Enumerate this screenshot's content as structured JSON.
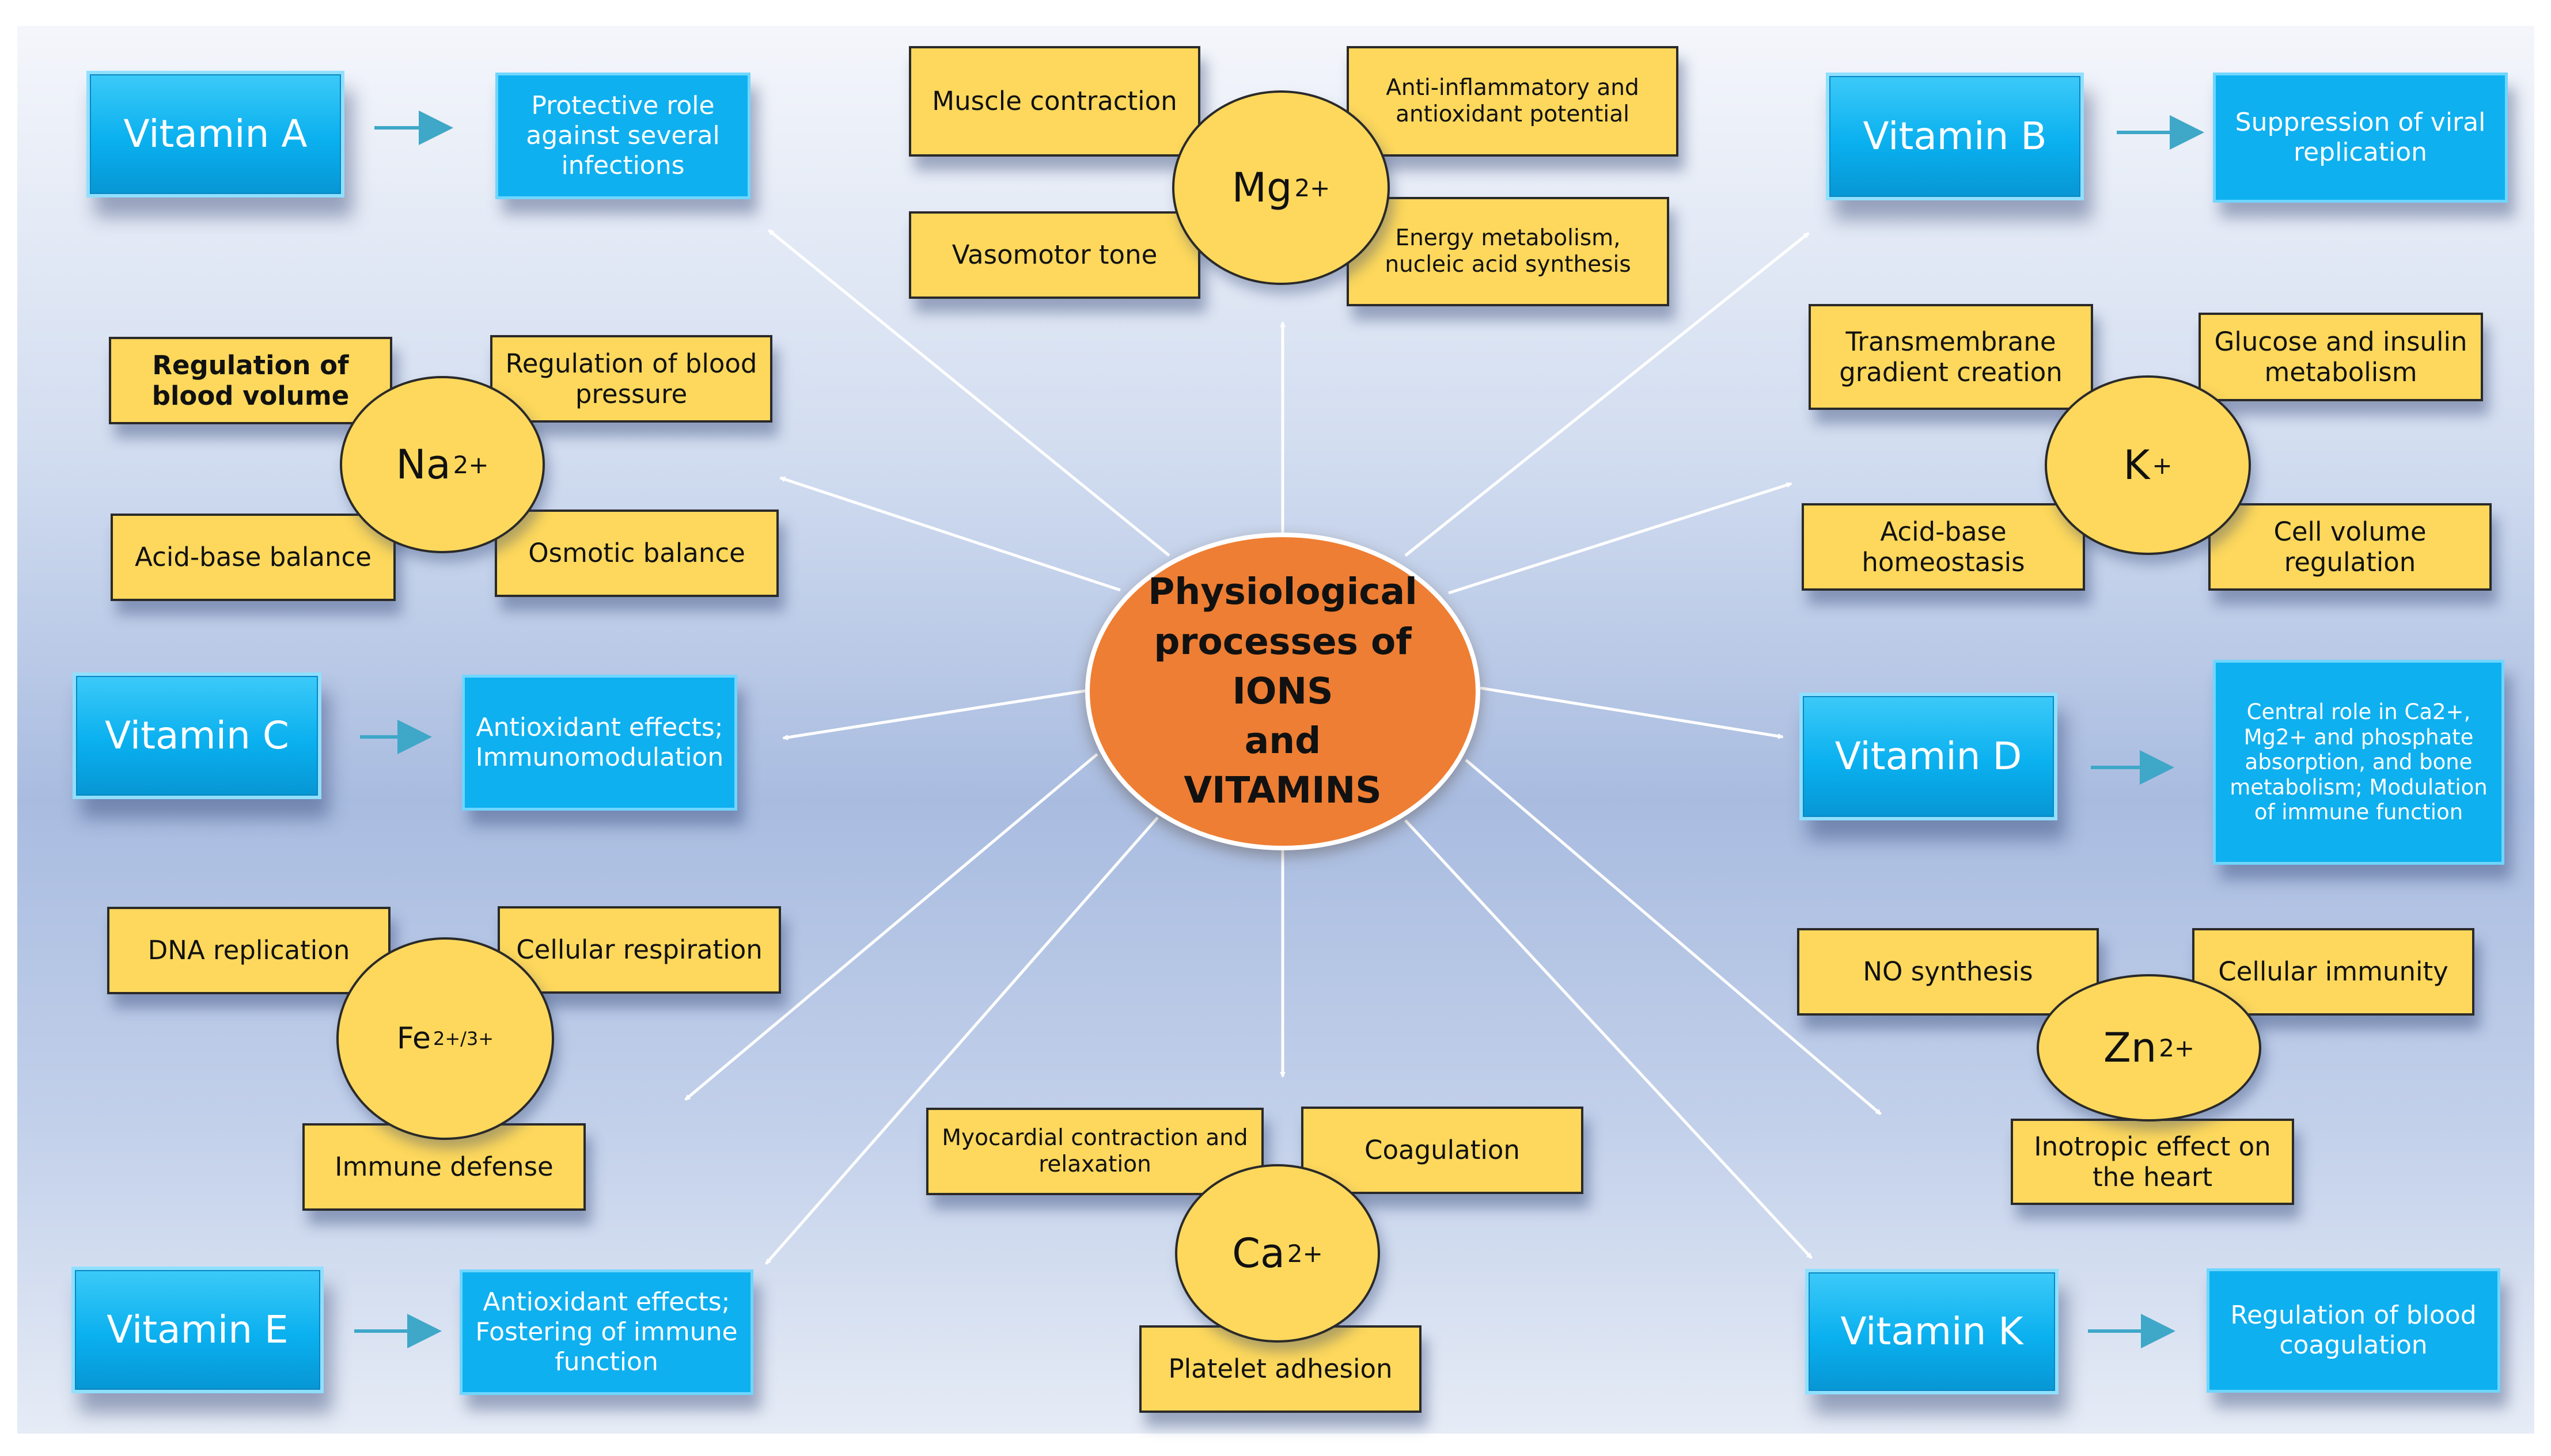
{
  "center": {
    "line1": "Physiological",
    "line2": "processes of",
    "line3": "IONS",
    "line4": "and",
    "line5": "VITAMINS"
  },
  "vitamins": {
    "a": {
      "name": "Vitamin A",
      "effect": "Protective role against several infections"
    },
    "b": {
      "name": "Vitamin B",
      "effect": "Suppression of viral replication"
    },
    "c": {
      "name": "Vitamin C",
      "effect": "Antioxidant effects; Immunomodulation"
    },
    "d": {
      "name": "Vitamin D",
      "effect": "Central role in Ca2+, Mg2+ and phosphate absorption, and bone metabolism; Modulation of immune function"
    },
    "e": {
      "name": "Vitamin E",
      "effect": "Antioxidant effects; Fostering of immune function"
    },
    "k": {
      "name": "Vitamin K",
      "effect": "Regulation of blood coagulation"
    }
  },
  "ions": {
    "mg": {
      "symbol": "Mg",
      "charge": "2+",
      "roles": [
        "Muscle contraction",
        "Anti-inflammatory and antioxidant potential",
        "Vasomotor tone",
        "Energy metabolism, nucleic acid synthesis"
      ]
    },
    "na": {
      "symbol": "Na",
      "charge": "2+",
      "roles": [
        "Regulation of blood volume",
        "Regulation of blood pressure",
        "Acid-base balance",
        "Osmotic balance"
      ]
    },
    "k": {
      "symbol": "K",
      "charge": "+",
      "roles": [
        "Transmembrane gradient creation",
        "Glucose and insulin metabolism",
        "Acid-base homeostasis",
        "Cell volume regulation"
      ]
    },
    "fe": {
      "symbol": "Fe",
      "charge": "2+/3+",
      "roles": [
        "DNA replication",
        "Cellular respiration",
        "Immune defense"
      ]
    },
    "zn": {
      "symbol": "Zn",
      "charge": "2+",
      "roles": [
        "NO synthesis",
        "Cellular immunity",
        "Inotropic effect on the heart"
      ]
    },
    "ca": {
      "symbol": "Ca",
      "charge": "2+",
      "roles": [
        "Myocardial contraction and relaxation",
        "Coagulation",
        "Platelet adhesion"
      ]
    }
  },
  "colors": {
    "center_fill": "#ee7e33",
    "ion_fill": "#fdd85c",
    "vitamin_fill": "#0ab0ef",
    "arrow_small": "#3fa7c8",
    "arrow_radial": "#ffffff"
  }
}
